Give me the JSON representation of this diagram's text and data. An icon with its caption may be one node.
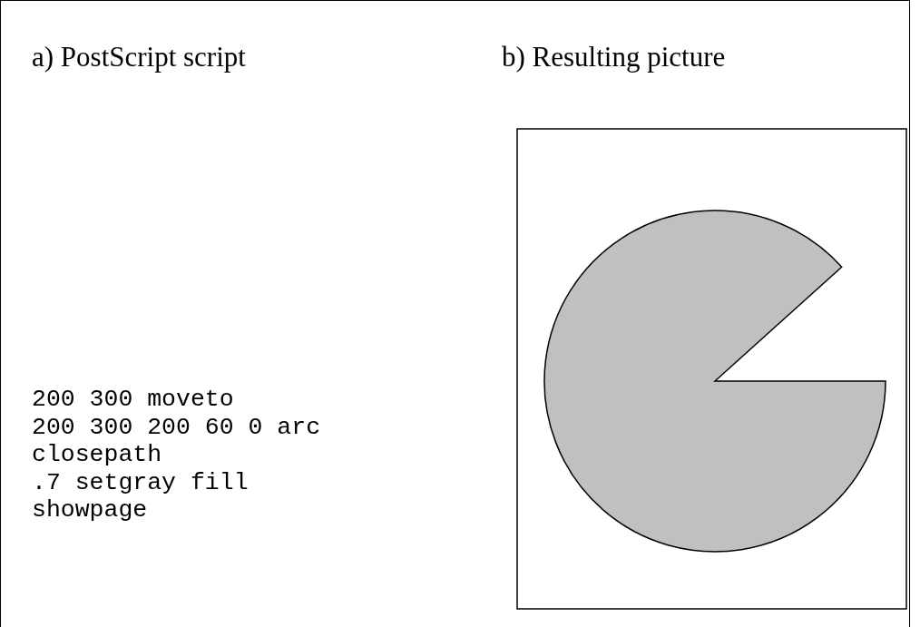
{
  "diagram": {
    "labels": [
      "a) PostScript script",
      "b) Resulting picture",
      "200 300 moveto",
      "200 300 200 60 0 arc",
      "closepath",
      ".7 setgray fill",
      "showpage"
    ]
  }
}
